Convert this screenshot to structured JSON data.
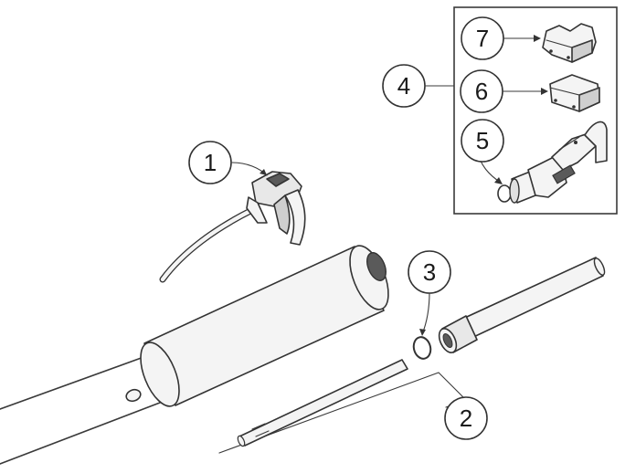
{
  "callouts": [
    {
      "label": "1"
    },
    {
      "label": "2"
    },
    {
      "label": "3"
    },
    {
      "label": "4"
    },
    {
      "label": "5"
    },
    {
      "label": "6"
    },
    {
      "label": "7"
    }
  ],
  "colors": {
    "line": "#3a3a3a",
    "part_fill": "#f4f4f4",
    "part_shade": "#cfcfcf",
    "dark_part": "#5a5a5a"
  }
}
